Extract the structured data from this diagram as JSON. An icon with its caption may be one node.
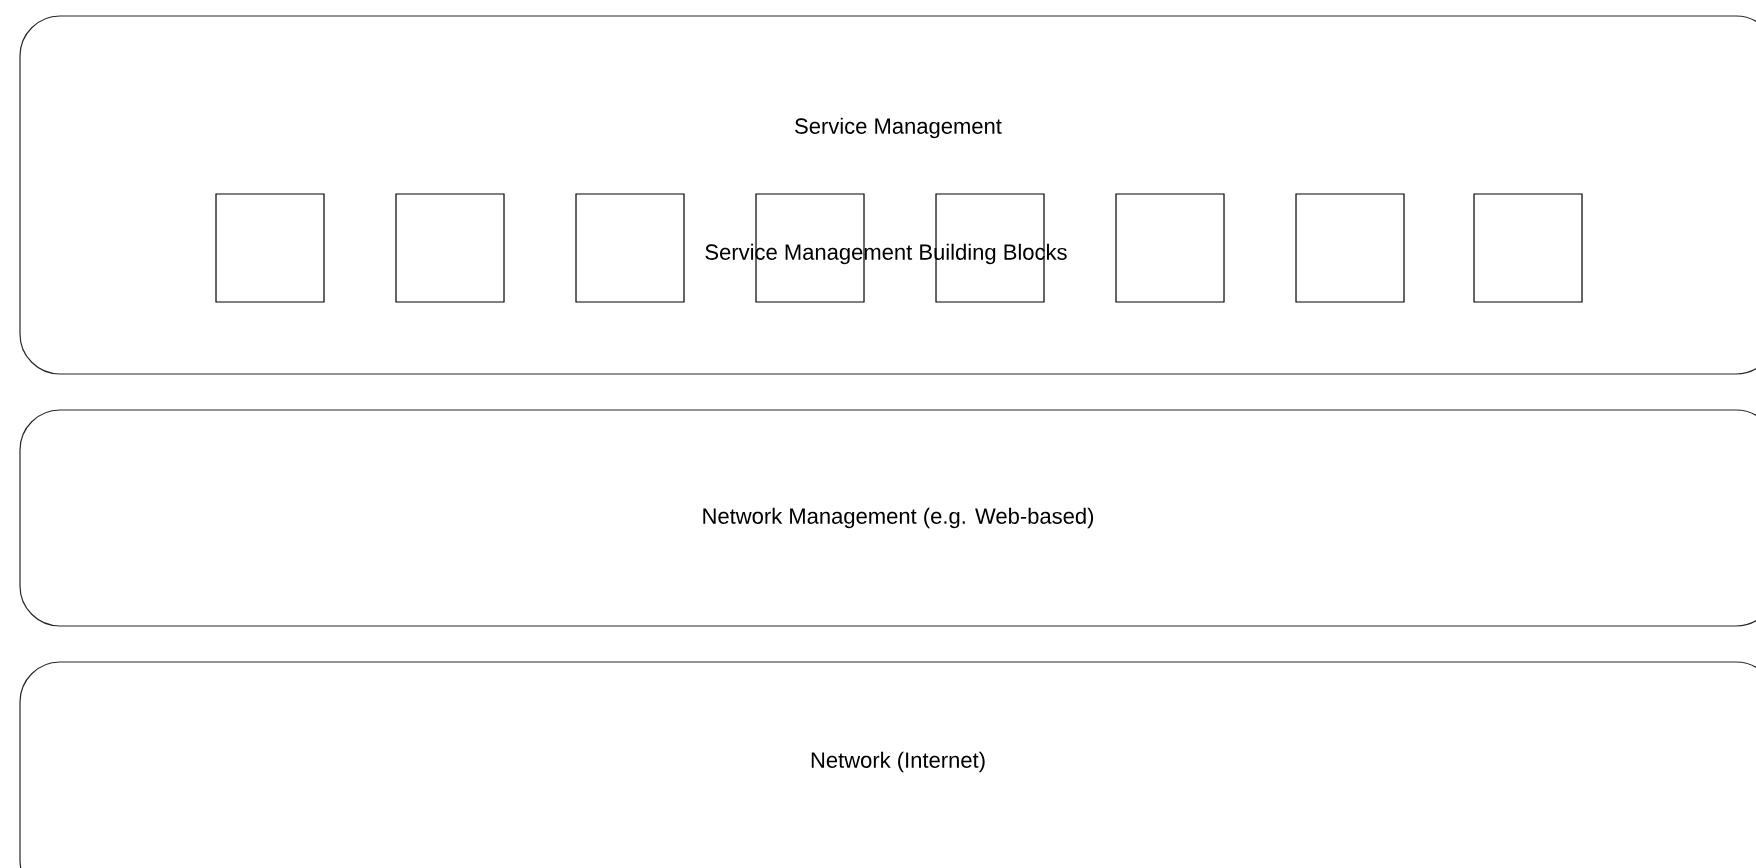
{
  "diagram": {
    "nodes": [
      {
        "text": [
          "Service Management",
          "Service Management Building Blocks"
        ]
      },
      {
        "text": [],
        "shape": "box",
        "in": 0
      },
      {
        "text": [],
        "shape": "box",
        "in": 0
      },
      {
        "text": [],
        "shape": "box",
        "in": 0
      },
      {
        "text": [],
        "shape": "box",
        "in": 0
      },
      {
        "text": [],
        "shape": "box",
        "in": 0
      },
      {
        "text": [],
        "shape": "box",
        "in": 0
      },
      {
        "text": [],
        "shape": "box",
        "in": 0
      },
      {
        "text": [],
        "shape": "box",
        "in": 0
      },
      {
        "text": [
          "Network Management (e.g. Web-based)"
        ]
      },
      {
        "text": [
          "Network (Internet)"
        ]
      }
    ]
  }
}
